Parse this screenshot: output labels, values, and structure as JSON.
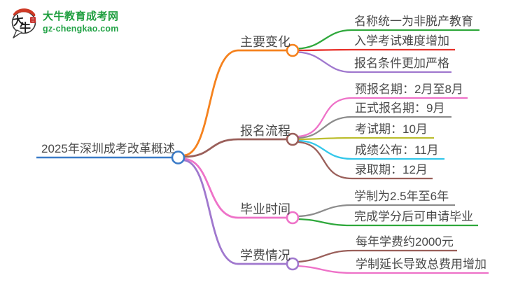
{
  "logo": {
    "site_name": "大牛教育成考网",
    "domain": "gz-chengkao.com",
    "icon_char_top": "大",
    "icon_char_bottom": "牛",
    "brand_color": "#1E9E3E",
    "icon_red": "#CE3A26"
  },
  "palette": {
    "root_blue": "#3A7BC8",
    "orange": "#F5821E",
    "green": "#2FA83C",
    "red": "#E8312A",
    "purple": "#A078CE",
    "brown": "#9A5F5A",
    "pink": "#EE72C8",
    "gray": "#8C8C8C",
    "yellow": "#BCBE2F",
    "cyan": "#33C7EA",
    "text_color": "#4A4A4A"
  },
  "mindmap": {
    "root": {
      "label": "2025年深圳成考改革概述"
    },
    "branches": [
      {
        "label": "主要变化",
        "children": [
          {
            "label": "名称统一为非脱产教育"
          },
          {
            "label": "入学考试难度增加"
          },
          {
            "label": "报名条件更加严格"
          }
        ]
      },
      {
        "label": "报名流程",
        "children": [
          {
            "label": "预报名期：2月至8月"
          },
          {
            "label": "正式报名期：9月"
          },
          {
            "label": "考试期：10月"
          },
          {
            "label": "成绩公布：11月"
          },
          {
            "label": "录取期：12月"
          }
        ]
      },
      {
        "label": "毕业时间",
        "children": [
          {
            "label": "学制为2.5年至6年"
          },
          {
            "label": "完成学分后可申请毕业"
          }
        ]
      },
      {
        "label": "学费情况",
        "children": [
          {
            "label": "每年学费约2000元"
          },
          {
            "label": "学制延长导致总费用增加"
          }
        ]
      }
    ]
  }
}
